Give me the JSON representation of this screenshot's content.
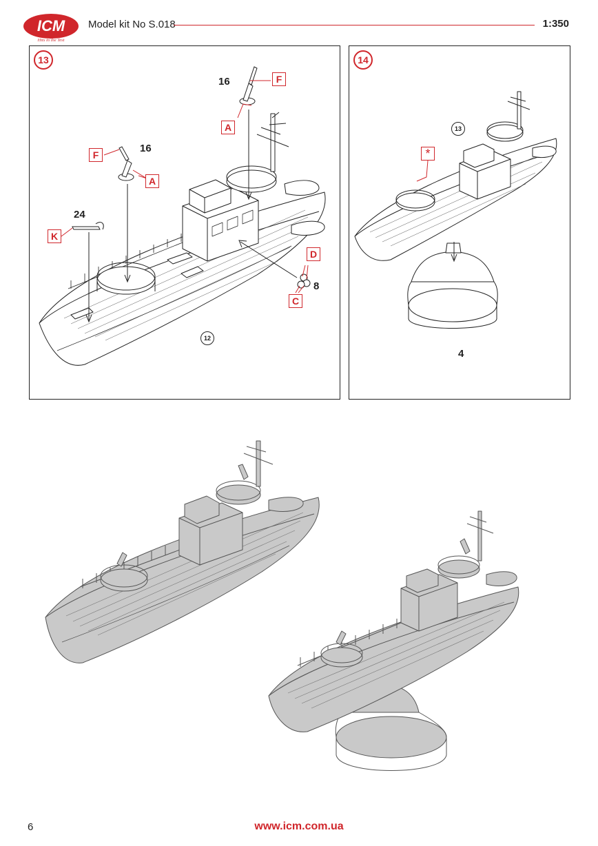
{
  "header": {
    "brand": "ICM",
    "tagline": "Hits in the Test",
    "model_title": "Model kit No S.018",
    "scale": "1:350",
    "accent_color": "#d0262b"
  },
  "step13": {
    "step_number": "13",
    "labels": {
      "qty_top": "16",
      "qty_left": "16",
      "qty_k": "24",
      "qty_dc": "8",
      "part_f_top": "F",
      "part_a_top": "A",
      "part_f_left": "F",
      "part_a_left": "A",
      "part_k": "K",
      "part_d": "D",
      "part_c": "C",
      "ref": "12"
    }
  },
  "step14": {
    "step_number": "14",
    "labels": {
      "ref": "13",
      "part_star": "*",
      "qty_stand": "4"
    }
  },
  "footer": {
    "page_number": "6",
    "website": "www.icm.com.ua"
  }
}
